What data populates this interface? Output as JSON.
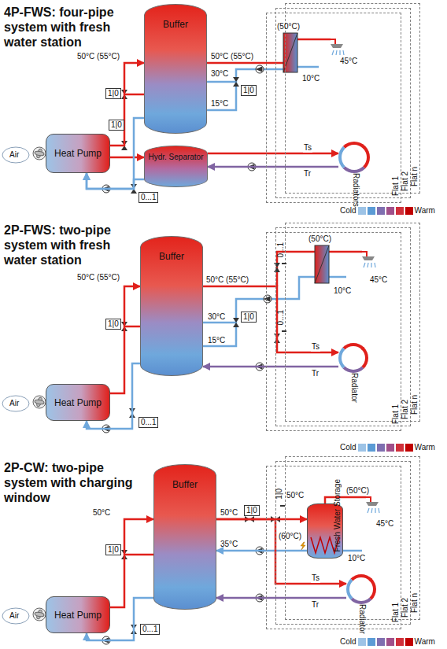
{
  "diagram": {
    "nodes": [
      {
        "text": [
          "Buffer"
        ]
      },
      {
        "text": [
          "Hydr. Separator"
        ]
      },
      {
        "text": [
          "Heat Pump"
        ]
      },
      {
        "text": [
          "1|0"
        ]
      },
      {
        "text": [
          "1|0"
        ]
      },
      {
        "text": [
          "0...1"
        ]
      },
      {
        "text": [
          "1|0"
        ]
      },
      {
        "text": [
          "Flat n"
        ]
      },
      {
        "text": [
          "Flat 2"
        ]
      },
      {
        "text": [
          "Flat 1"
        ]
      },
      {
        "text": [
          "Radiators"
        ],
        "in": 9
      },
      {
        "text": [
          "Buffer"
        ]
      },
      {
        "text": [
          "Heat Pump"
        ]
      },
      {
        "text": [
          "1|0"
        ]
      },
      {
        "text": [
          "0...1"
        ]
      },
      {
        "text": [
          "1|0"
        ]
      },
      {
        "text": [
          "Flat n"
        ]
      },
      {
        "text": [
          "Flat 2"
        ]
      },
      {
        "text": [
          "Flat 1"
        ]
      },
      {
        "text": [
          "0...1"
        ],
        "in": 18
      },
      {
        "text": [
          "0...1"
        ],
        "in": 18
      },
      {
        "text": [
          "Radiator"
        ],
        "in": 18
      },
      {
        "text": [
          "Buffer"
        ]
      },
      {
        "text": [
          "Heat Pump"
        ]
      },
      {
        "text": [
          "1|0"
        ]
      },
      {
        "text": [
          "0...1"
        ]
      },
      {
        "text": [
          "1|0"
        ]
      },
      {
        "text": [
          "Flat n"
        ]
      },
      {
        "text": [
          "Flat 2"
        ]
      },
      {
        "text": [
          "Flat 1"
        ]
      },
      {
        "text": [
          "1|0"
        ],
        "in": 29
      },
      {
        "text": [
          "Fresh Water Storage"
        ],
        "in": 29
      },
      {
        "text": [
          "Radiator"
        ],
        "in": 29
      }
    ],
    "edges": [
      {
        "from": 2,
        "to": 0,
        "arrow": "to"
      },
      {
        "from": 2,
        "to": 1,
        "arrow": "to"
      },
      {
        "from": 1,
        "to": 10,
        "label": "Ts",
        "arrow": "to"
      },
      {
        "from": 10,
        "to": 1,
        "label": "Tr",
        "arrow": "to"
      },
      {
        "from": 1,
        "to": 2,
        "arrow": "to"
      },
      {
        "from": 0,
        "to": 2,
        "arrow": "to"
      },
      {
        "from": 12,
        "to": 11,
        "arrow": "to"
      },
      {
        "from": 11,
        "to": 12,
        "arrow": "to"
      },
      {
        "from": 11,
        "to": 21,
        "label": "Ts",
        "arrow": "to"
      },
      {
        "from": 21,
        "to": 11,
        "label": "Tr",
        "arrow": "to"
      },
      {
        "from": 23,
        "to": 22,
        "arrow": "to"
      },
      {
        "from": 22,
        "to": 23,
        "arrow": "to"
      },
      {
        "from": 22,
        "to": 31,
        "arrow": "to"
      },
      {
        "from": 31,
        "to": 22,
        "arrow": "to"
      },
      {
        "from": 22,
        "to": 32,
        "label": "Ts",
        "arrow": "to"
      },
      {
        "from": 32,
        "to": 22,
        "label": "Tr",
        "arrow": "to"
      }
    ],
    "labels": [
      "4P-FWS: four-pipe system with fresh water station",
      "50°C (55°C)",
      "50°C (55°C)",
      "30°C",
      "15°C",
      "(50°C)",
      "45°C",
      "10°C",
      "Air",
      "2P-FWS: two-pipe system with fresh water station",
      "50°C (55°C)",
      "50°C (55°C)",
      "30°C",
      "15°C",
      "(50°C)",
      "45°C",
      "10°C",
      "Air",
      "2P-CW: two-pipe system with charging window",
      "50°C",
      "50°C",
      "35°C",
      "50°C",
      "(50°C)",
      "(60°C)",
      "45°C",
      "10°C",
      "Air"
    ],
    "legend": [
      {
        "text": "Cold",
        "color": "#9dc3e6"
      },
      {
        "text": "Warm",
        "color": "#c00000"
      },
      {
        "text": "Cold",
        "color": "#9dc3e6"
      },
      {
        "text": "Warm",
        "color": "#c00000"
      },
      {
        "text": "Cold",
        "color": "#9dc3e6"
      },
      {
        "text": "Warm",
        "color": "#c00000"
      }
    ]
  }
}
